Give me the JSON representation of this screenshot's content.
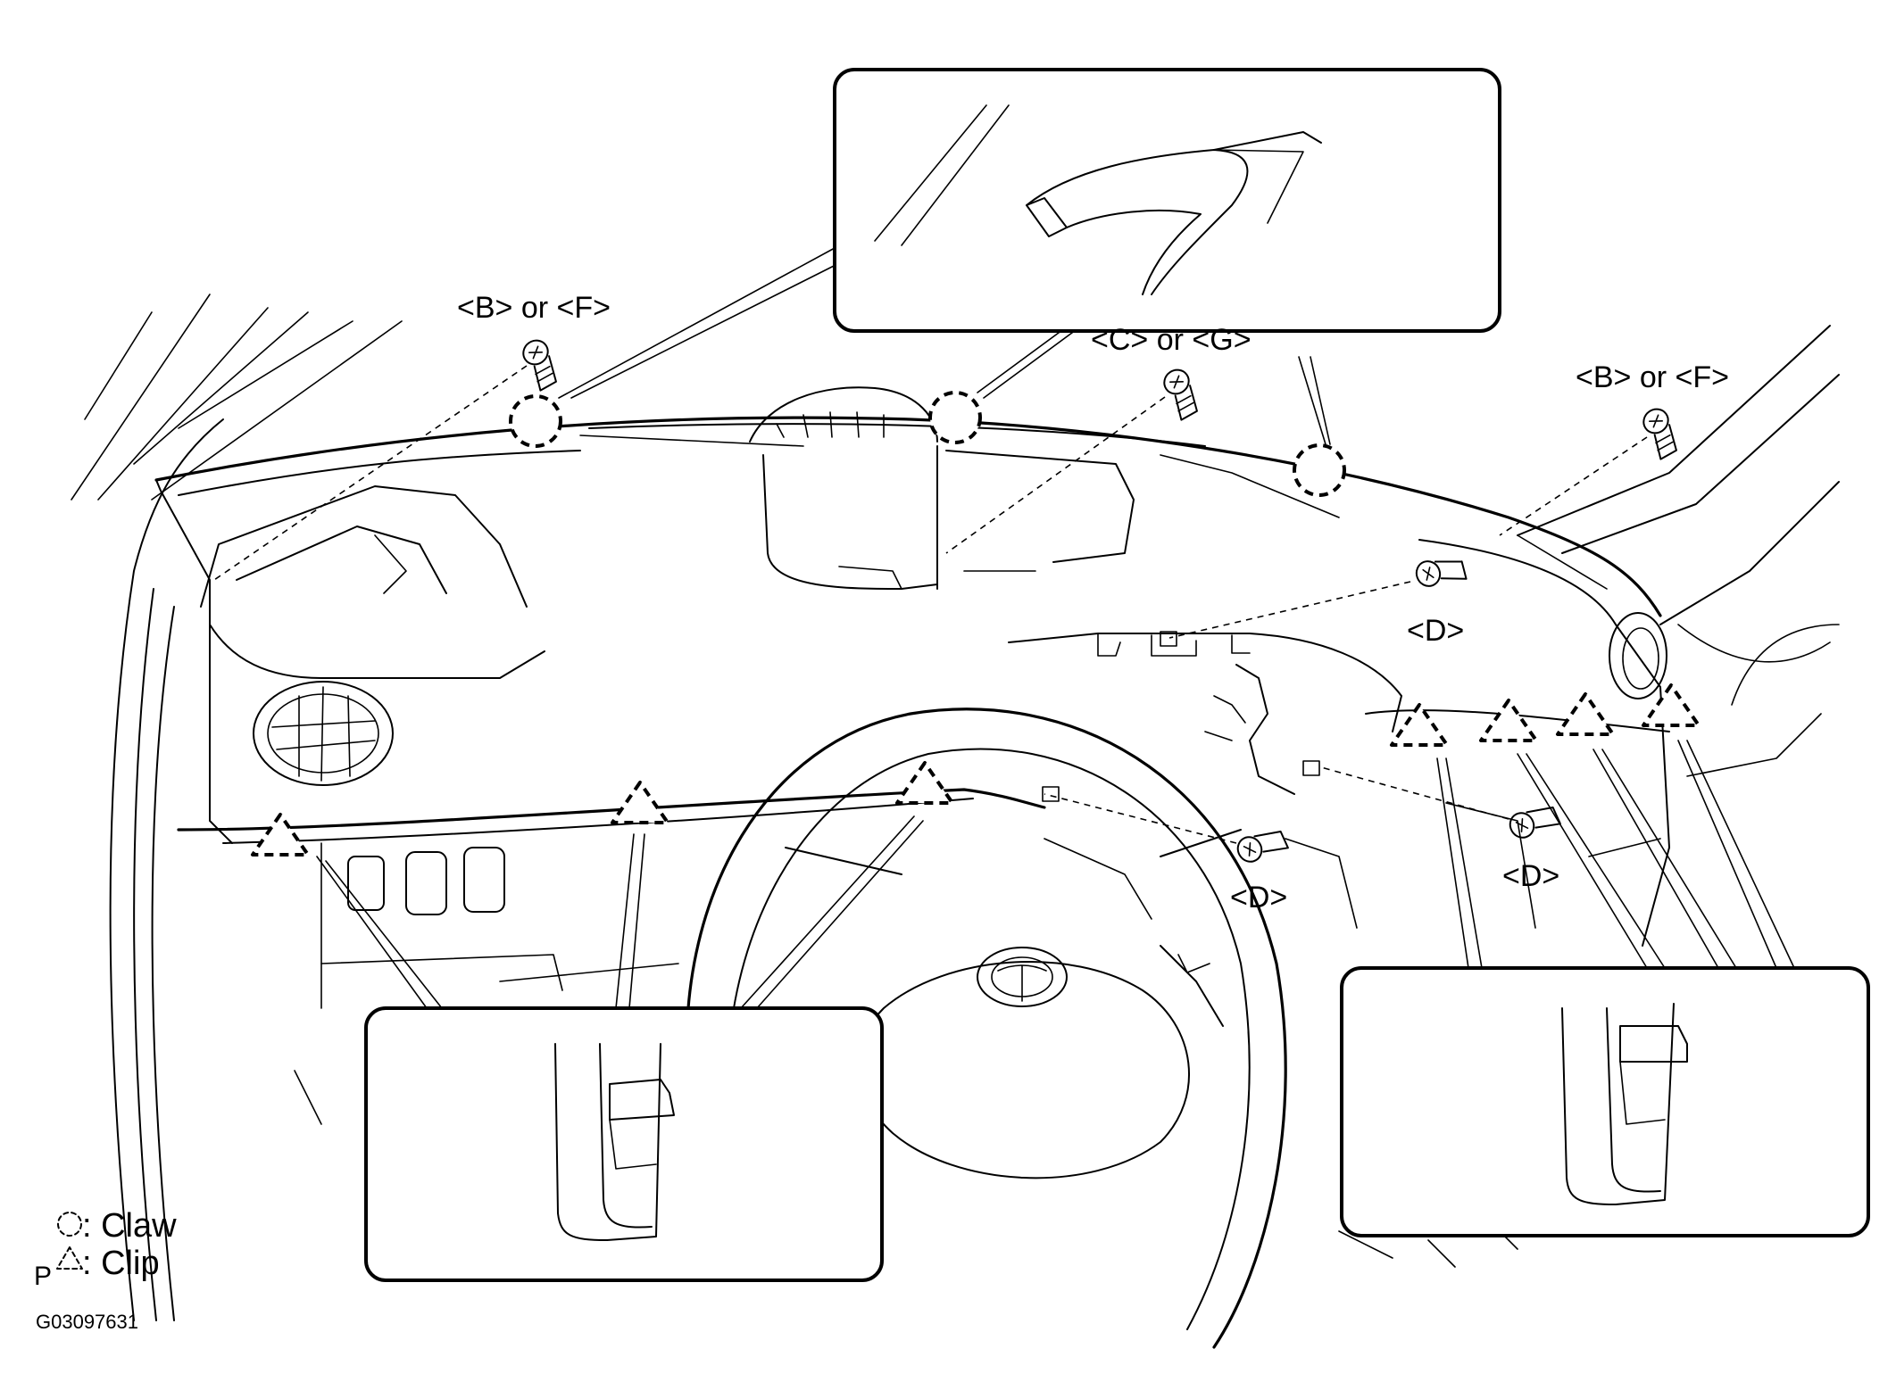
{
  "labels": {
    "bf_left": "<B> or <F>",
    "cg": "<C> or <G>",
    "bf_right": "<B> or <F>",
    "d_upper": "<D>",
    "d_center": "<D>",
    "d_right": "<D>"
  },
  "legend": {
    "claw": ": Claw",
    "clip": ": Clip",
    "p_mark": "P"
  },
  "figure_code": "G03097631"
}
